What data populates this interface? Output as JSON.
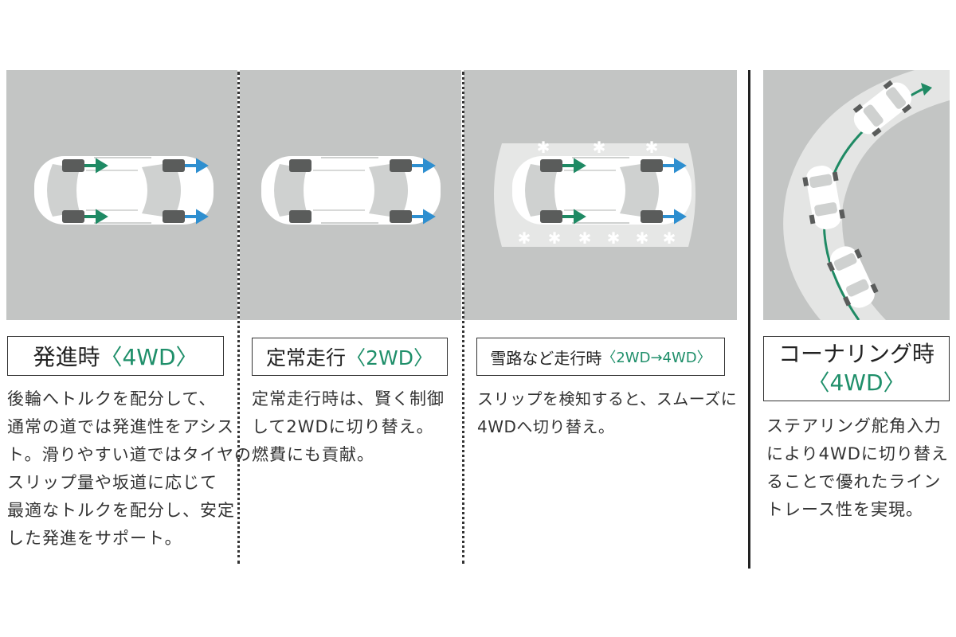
{
  "colors": {
    "panel_bg": "#c3c5c4",
    "accent_green": "#1f8f6a",
    "arrow_green": "#1f8a64",
    "arrow_blue": "#2e8fd0",
    "car_body": "#ffffff",
    "car_glass": "#cfd1d0",
    "tire": "#5a5c5b",
    "road": "#e4e5e4",
    "snow_area": "#e6e7e6"
  },
  "sections": [
    {
      "title_main": "発進時",
      "title_mode": "〈4WD〉",
      "lines": [
        "後輪へトルクを配分して、",
        "通常の道では発進性をアシス",
        "ト。滑りやすい道ではタイヤの",
        "スリップ量や坂道に応じて",
        "最適なトルクを配分し、安定",
        "した発進をサポート。"
      ]
    },
    {
      "title_main": "定常走行",
      "title_mode": "〈2WD〉",
      "lines": [
        "定常走行時は、賢く制御",
        "して2WDに切り替え。",
        "燃費にも貢献。"
      ]
    },
    {
      "title_main": "雪路など走行時",
      "title_mode": "〈2WD→4WD〉",
      "lines": [
        "スリップを検知すると、スムーズに",
        "4WDへ切り替え。"
      ]
    },
    {
      "title_main": "コーナリング時",
      "title_mode": "〈4WD〉",
      "lines": [
        "ステアリング舵角入力",
        "により4WDに切り替え",
        "ることで優れたライン",
        "トレース性を実現。"
      ]
    }
  ]
}
